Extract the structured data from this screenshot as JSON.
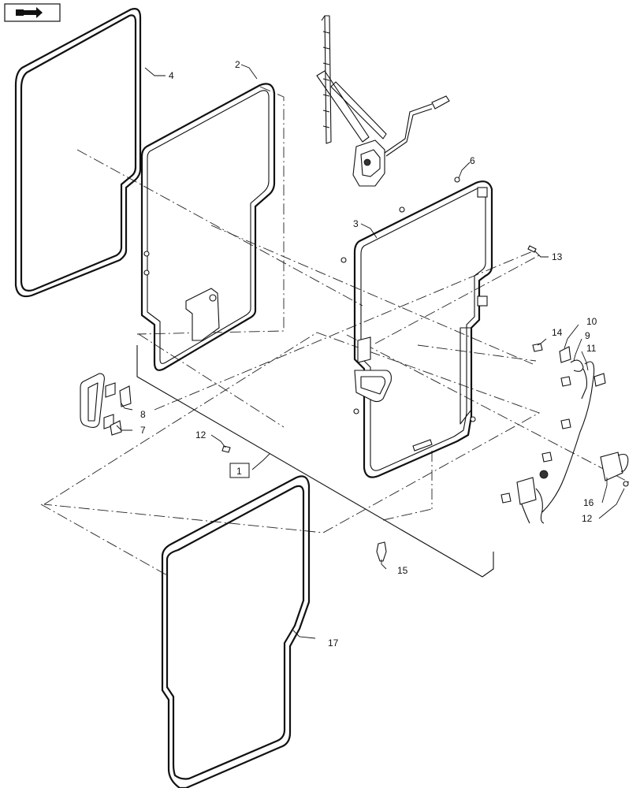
{
  "nav_icon": {
    "name": "next-page-arrow-icon"
  },
  "callouts": {
    "c1": "1",
    "c2": "2",
    "c3": "3",
    "c4": "4",
    "c6": "6",
    "c7": "7",
    "c8": "8",
    "c9": "9",
    "c10": "10",
    "c11": "11",
    "c12a": "12",
    "c12b": "12",
    "c13": "13",
    "c14": "14",
    "c15": "15",
    "c16": "16",
    "c17": "17"
  }
}
